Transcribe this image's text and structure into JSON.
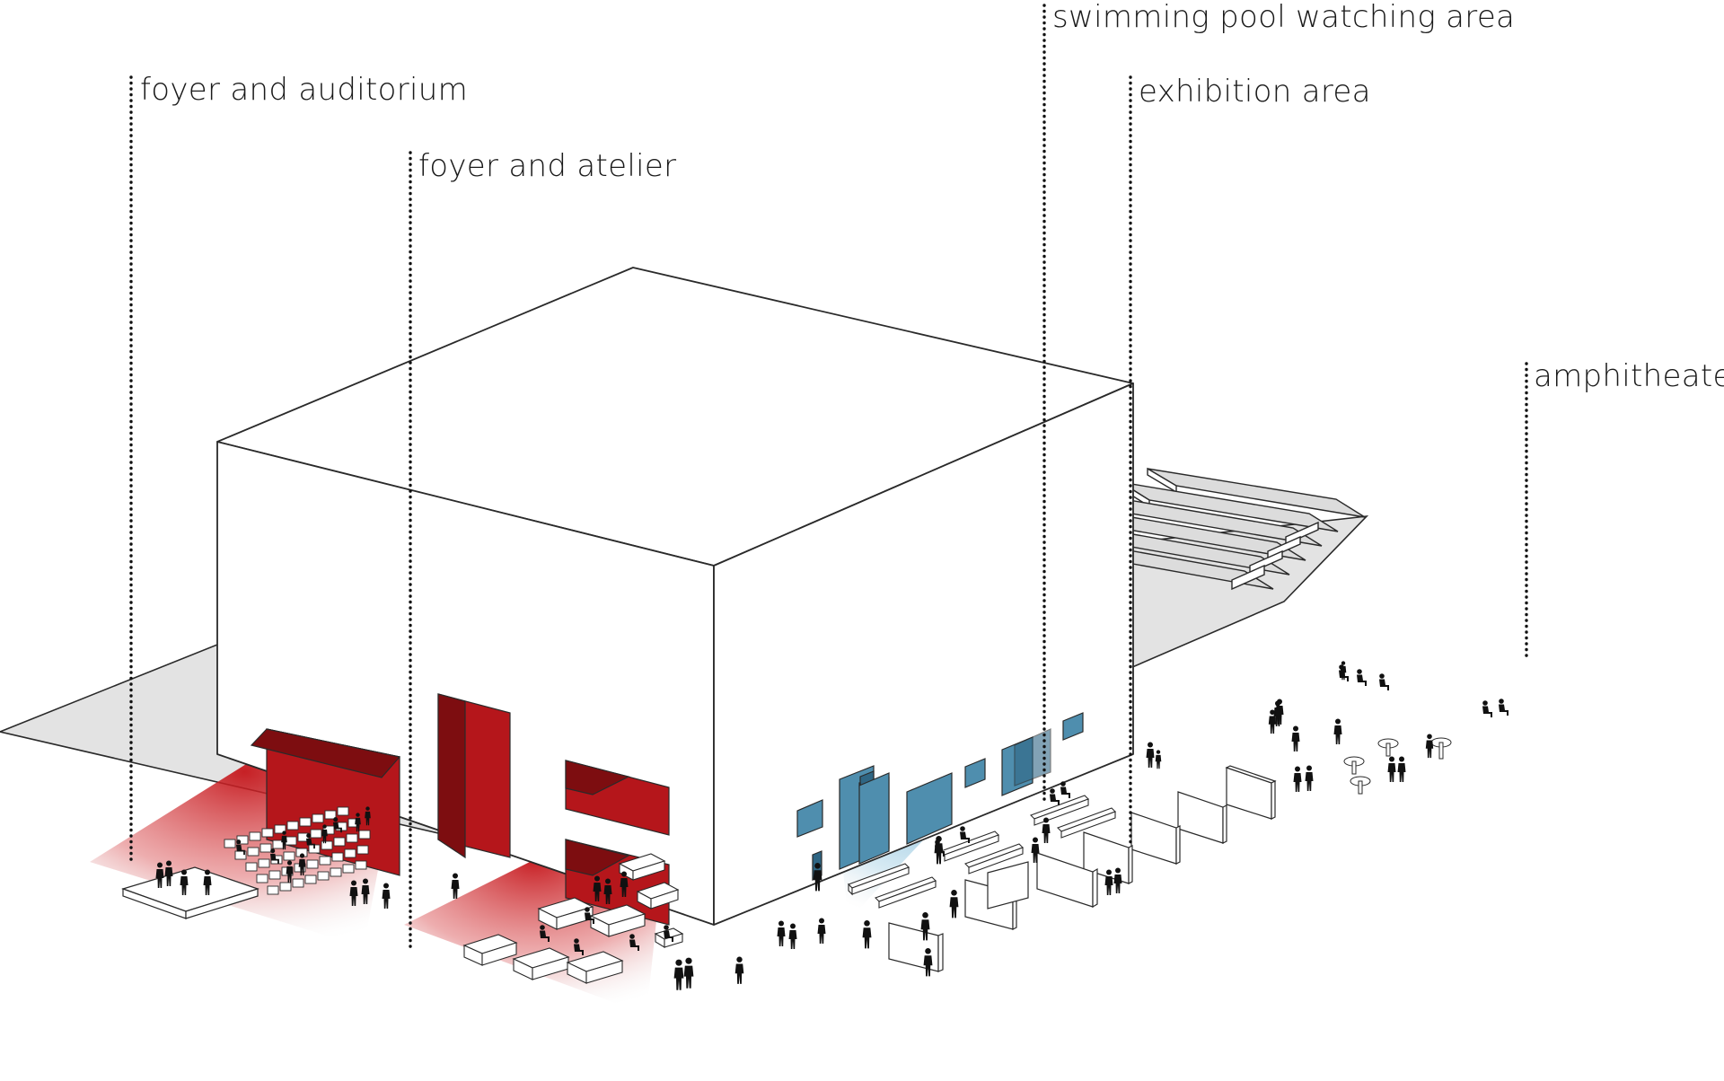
{
  "labels": {
    "foyer_auditorium": "foyer and auditorium",
    "foyer_atelier": "foyer and atelier",
    "swimming_pool": "swimming pool watching area",
    "exhibition": "exhibition area",
    "amphitheater": "amphitheater"
  },
  "colors": {
    "plaza": "#e3e3e3",
    "outline": "#2a2a2a",
    "cube": "#ffffff",
    "red_opening": "#b5161b",
    "red_dark": "#7d0d10",
    "blue_window": "#4f8eae",
    "blue_dark": "#2f6684",
    "people": "#111111",
    "leader": "#111111"
  }
}
